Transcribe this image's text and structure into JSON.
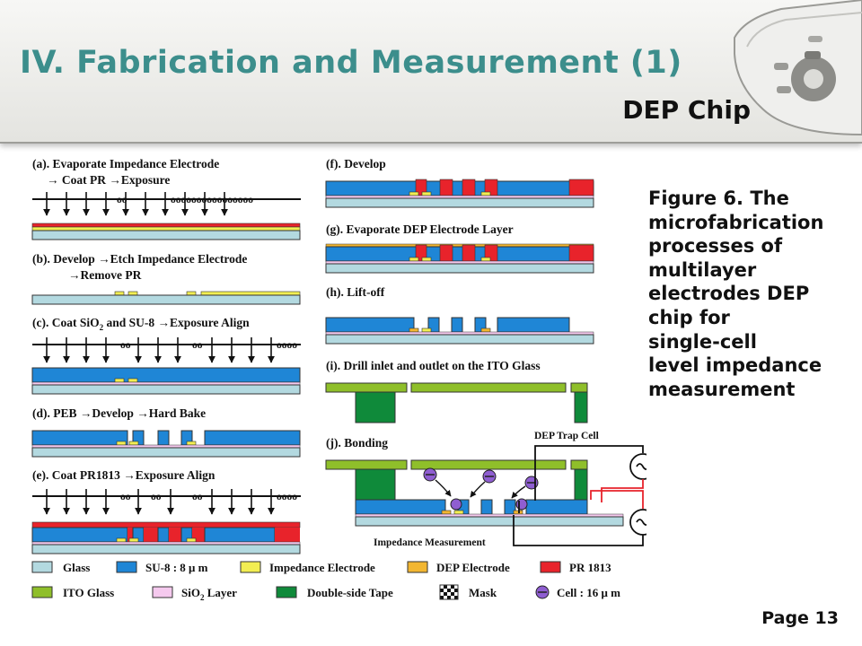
{
  "slide": {
    "title": "IV. Fabrication and Measurement (1)",
    "subtitle": "DEP Chip",
    "page_number": "Page 13"
  },
  "caption": [
    "Figure 6.  The",
    "microfabrication",
    "processes of",
    "multilayer",
    "electrodes DEP",
    "chip for",
    "single-cell",
    "level impedance",
    "measurement"
  ],
  "figure": {
    "steps": {
      "a1": "(a). Evaporate Impedance Electrode",
      "a2": "→ Coat PR →Exposure",
      "b1": "(b). Develop →Etch Impedance Electrode",
      "b2": "→Remove PR",
      "c1": "(c). Coat SiO",
      "c1_sub": "2",
      "c1_rest": " and SU-8 →Exposure Align",
      "d1": "(d). PEB →Develop →Hard Bake",
      "e1": "(e). Coat PR1813 →Exposure Align",
      "f1": "(f). Develop",
      "g1": "(g). Evaporate DEP Electrode Layer",
      "h1": "(h). Lift-off",
      "i1": "(i). Drill inlet and outlet on the ITO Glass",
      "j1": "(j). Bonding"
    },
    "annotations": {
      "trap": "DEP Trap Cell",
      "impedance": "Impedance Measurement"
    },
    "legend": {
      "glass": "Glass",
      "su8": "SU-8 : 8 μ m",
      "impedance_electrode": "Impedance Electrode",
      "dep_electrode": "DEP Electrode",
      "pr1813": "PR 1813",
      "ito": "ITO Glass",
      "sio2_base": "SiO",
      "sio2_sub": "2",
      "sio2_rest": " Layer",
      "tape": "Double-side Tape",
      "mask": "Mask",
      "cell": "Cell : 16 μ m"
    },
    "colors": {
      "glass": "#b3d9e0",
      "su8": "#1f86d6",
      "impedance_electrode": "#f2ee52",
      "dep_electrode": "#f2b631",
      "pr1813": "#e8232b",
      "ito": "#8fbf2a",
      "sio2": "#f5c9ee",
      "tape": "#0f8a3a",
      "cell": "#8f5ed1"
    }
  }
}
